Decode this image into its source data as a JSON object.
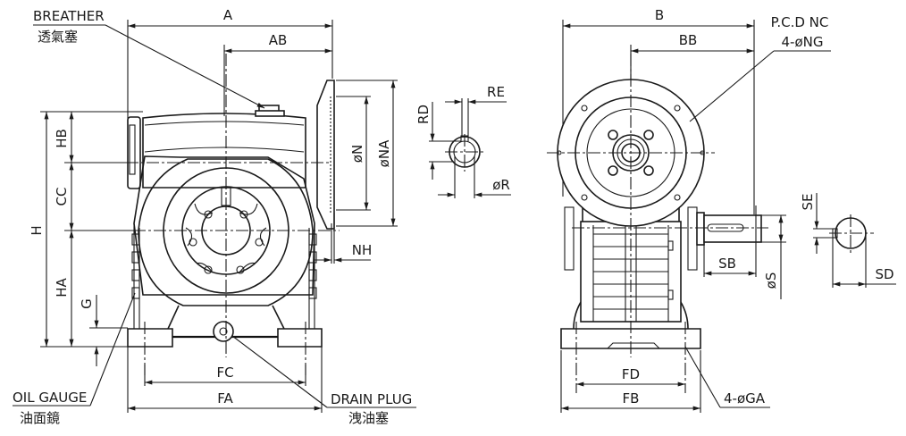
{
  "title": "Worm Gear Reducer Dimension Drawing",
  "callouts": {
    "breather": {
      "en": "BREATHER",
      "zh": "透氣塞"
    },
    "oil_gauge": {
      "en": "OIL GAUGE",
      "zh": "油面鏡"
    },
    "drain_plug": {
      "en": "DRAIN PLUG",
      "zh": "洩油塞"
    },
    "pcd": {
      "line1": "P.C.D NC",
      "line2": "4-øNG"
    },
    "foot_holes": "4-øGA"
  },
  "front_view": {
    "dims": {
      "A": "A",
      "AB": "AB",
      "H": "H",
      "HB": "HB",
      "CC": "CC",
      "HA": "HA",
      "G": "G",
      "FC": "FC",
      "FA": "FA",
      "N": "øN",
      "NA": "øNA",
      "NH": "NH"
    }
  },
  "output_shaft_section": {
    "dims": {
      "RE": "RE",
      "RD": "RD",
      "R": "øR"
    }
  },
  "side_view": {
    "dims": {
      "B": "B",
      "BB": "BB",
      "SB": "SB",
      "S": "øS",
      "FD": "FD",
      "FB": "FB"
    }
  },
  "input_shaft_section": {
    "dims": {
      "SE": "SE",
      "SD": "SD"
    }
  }
}
